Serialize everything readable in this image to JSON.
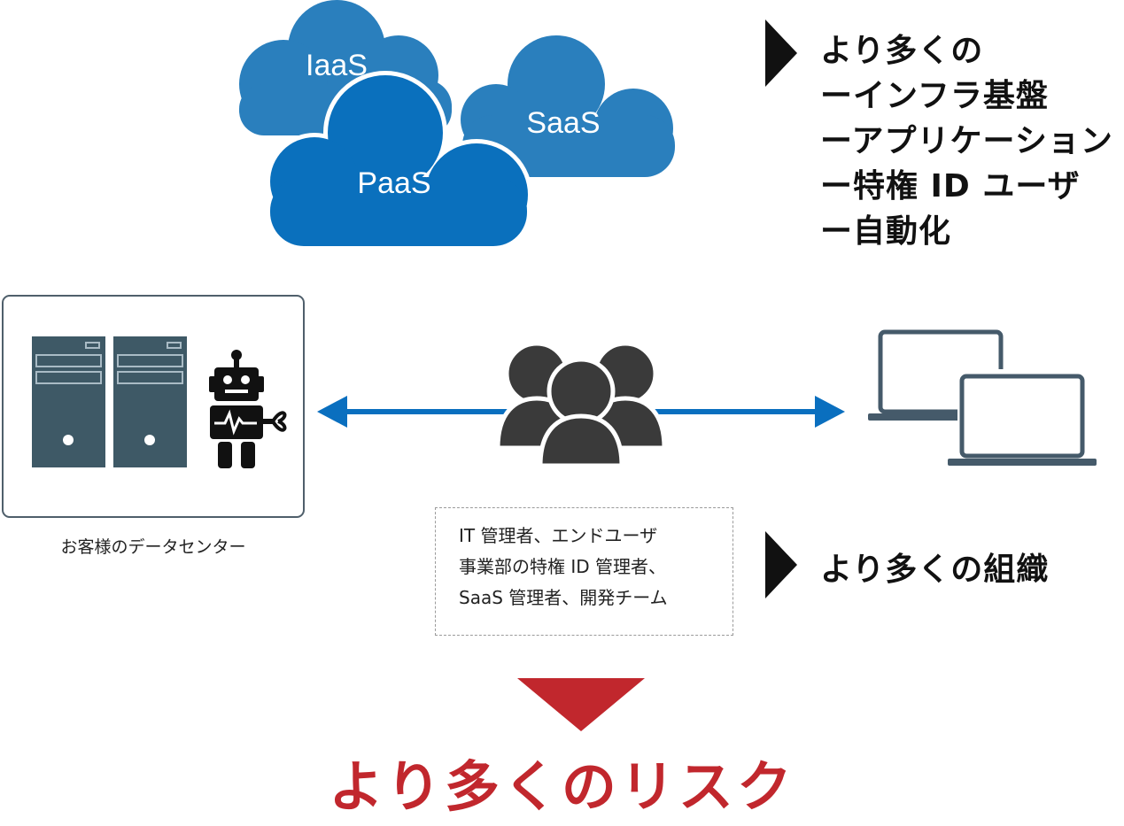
{
  "clouds": {
    "iaas": "IaaS",
    "saas": "SaaS",
    "paas": "PaaS"
  },
  "more_list": [
    "より多くの",
    "ーインフラ基盤",
    "ーアプリケーション",
    "ー特権 ID ユーザ",
    "ー自動化"
  ],
  "datacenter_label": "お客様のデータセンター",
  "roles": [
    "IT 管理者、エンドユーザ",
    "事業部の特権 ID 管理者、",
    "SaaS 管理者、開発チーム"
  ],
  "more_orgs": "より多くの組織",
  "risk": "より多くのリスク",
  "icons": {
    "cloud": "cloud-icon",
    "server": "server-icon",
    "robot": "robot-icon",
    "users": "users-group-icon",
    "laptop": "laptop-icon",
    "arrow": "triangle-right-icon",
    "down": "triangle-down-icon"
  },
  "colors": {
    "cloud_light": "#2a7fbd",
    "cloud_dark": "#0a70bd",
    "arrow_blue": "#0a6fbf",
    "server": "#3e5966",
    "people": "#3a3a3a",
    "laptop": "#455a6a",
    "risk_red": "#c1272d"
  }
}
